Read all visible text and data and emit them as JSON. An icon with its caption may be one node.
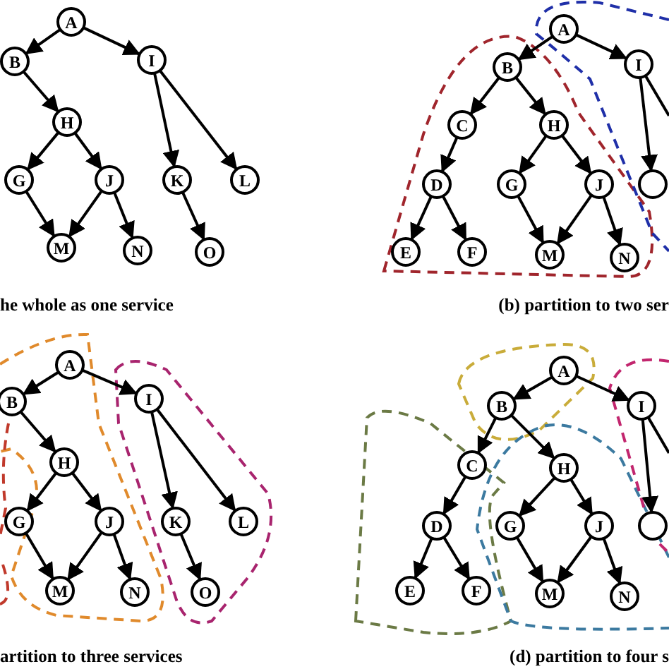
{
  "diagram": {
    "nodes": [
      {
        "text": [
          "A"
        ]
      },
      {
        "text": [
          "B"
        ]
      },
      {
        "text": [
          "I"
        ]
      },
      {
        "text": [
          "H"
        ]
      },
      {
        "text": [
          "G"
        ]
      },
      {
        "text": [
          "J"
        ]
      },
      {
        "text": [
          "K"
        ]
      },
      {
        "text": [
          "L"
        ]
      },
      {
        "text": [
          "M"
        ]
      },
      {
        "text": [
          "N"
        ]
      },
      {
        "text": [
          "O"
        ]
      },
      {
        "text": [
          "A"
        ]
      },
      {
        "text": [
          "B"
        ]
      },
      {
        "text": [
          "I"
        ]
      },
      {
        "text": [
          "C"
        ]
      },
      {
        "text": [
          "H"
        ]
      },
      {
        "text": [
          "D"
        ]
      },
      {
        "text": [
          "G"
        ]
      },
      {
        "text": [
          "J"
        ]
      },
      {
        "text": [],
        "shape": "circle"
      },
      {
        "text": [
          "E"
        ]
      },
      {
        "text": [
          "F"
        ]
      },
      {
        "text": [
          "M"
        ]
      },
      {
        "text": [
          "N"
        ]
      },
      {
        "text": [
          "A"
        ]
      },
      {
        "text": [
          "B"
        ]
      },
      {
        "text": [
          "I"
        ]
      },
      {
        "text": [
          "H"
        ]
      },
      {
        "text": [
          "G"
        ]
      },
      {
        "text": [
          "J"
        ]
      },
      {
        "text": [
          "K"
        ]
      },
      {
        "text": [
          "L"
        ]
      },
      {
        "text": [
          "M"
        ]
      },
      {
        "text": [
          "N"
        ]
      },
      {
        "text": [
          "O"
        ]
      },
      {
        "text": [
          "A"
        ]
      },
      {
        "text": [
          "B"
        ]
      },
      {
        "text": [
          "I"
        ]
      },
      {
        "text": [
          "C"
        ]
      },
      {
        "text": [
          "H"
        ]
      },
      {
        "text": [
          "D"
        ]
      },
      {
        "text": [
          "G"
        ]
      },
      {
        "text": [
          "J"
        ]
      },
      {
        "text": [],
        "shape": "circle"
      },
      {
        "text": [
          "E"
        ]
      },
      {
        "text": [
          "F"
        ]
      },
      {
        "text": [
          "M"
        ]
      },
      {
        "text": [
          "N"
        ]
      }
    ],
    "edges": [
      {
        "from": 0,
        "to": 1,
        "arrow": "to"
      },
      {
        "from": 0,
        "to": 2,
        "arrow": "to"
      },
      {
        "from": 1,
        "to": 3,
        "arrow": "to"
      },
      {
        "from": 2,
        "to": 6,
        "arrow": "to"
      },
      {
        "from": 2,
        "to": 7,
        "arrow": "to"
      },
      {
        "from": 3,
        "to": 4,
        "arrow": "to"
      },
      {
        "from": 3,
        "to": 5,
        "arrow": "to"
      },
      {
        "from": 4,
        "to": 8,
        "arrow": "to"
      },
      {
        "from": 5,
        "to": 8,
        "arrow": "to"
      },
      {
        "from": 5,
        "to": 9,
        "arrow": "to"
      },
      {
        "from": 6,
        "to": 10,
        "arrow": "to"
      },
      {
        "from": 11,
        "to": 12,
        "arrow": "to"
      },
      {
        "from": 11,
        "to": 13,
        "arrow": "to"
      },
      {
        "from": 12,
        "to": 14,
        "arrow": "to"
      },
      {
        "from": 12,
        "to": 15,
        "arrow": "to"
      },
      {
        "from": 13,
        "to": 19,
        "arrow": "to"
      },
      {
        "from": 13,
        "to": null,
        "arrow": "none"
      },
      {
        "from": 14,
        "to": 16,
        "arrow": "to"
      },
      {
        "from": 15,
        "to": 17,
        "arrow": "to"
      },
      {
        "from": 15,
        "to": 18,
        "arrow": "to"
      },
      {
        "from": 16,
        "to": 20,
        "arrow": "to"
      },
      {
        "from": 16,
        "to": 21,
        "arrow": "to"
      },
      {
        "from": 17,
        "to": 22,
        "arrow": "to"
      },
      {
        "from": 18,
        "to": 22,
        "arrow": "to"
      },
      {
        "from": 18,
        "to": 23,
        "arrow": "to"
      },
      {
        "from": 24,
        "to": 25,
        "arrow": "to"
      },
      {
        "from": 24,
        "to": 26,
        "arrow": "to"
      },
      {
        "from": 25,
        "to": 27,
        "arrow": "to"
      },
      {
        "from": 26,
        "to": 30,
        "arrow": "to"
      },
      {
        "from": 26,
        "to": 31,
        "arrow": "to"
      },
      {
        "from": 27,
        "to": 28,
        "arrow": "to"
      },
      {
        "from": 27,
        "to": 29,
        "arrow": "to"
      },
      {
        "from": 28,
        "to": 32,
        "arrow": "to"
      },
      {
        "from": 29,
        "to": 32,
        "arrow": "to"
      },
      {
        "from": 29,
        "to": 33,
        "arrow": "to"
      },
      {
        "from": 30,
        "to": 34,
        "arrow": "to"
      },
      {
        "from": 35,
        "to": 36,
        "arrow": "to"
      },
      {
        "from": 35,
        "to": 37,
        "arrow": "to"
      },
      {
        "from": 36,
        "to": 38,
        "arrow": "to"
      },
      {
        "from": 36,
        "to": 39,
        "arrow": "to"
      },
      {
        "from": 37,
        "to": 43,
        "arrow": "to"
      },
      {
        "from": 37,
        "to": null,
        "arrow": "none"
      },
      {
        "from": 38,
        "to": 40,
        "arrow": "to"
      },
      {
        "from": 39,
        "to": 41,
        "arrow": "to"
      },
      {
        "from": 39,
        "to": 42,
        "arrow": "to"
      },
      {
        "from": 40,
        "to": 44,
        "arrow": "to"
      },
      {
        "from": 40,
        "to": 45,
        "arrow": "to"
      },
      {
        "from": 41,
        "to": 46,
        "arrow": "to"
      },
      {
        "from": 42,
        "to": 46,
        "arrow": "to"
      },
      {
        "from": 42,
        "to": 47,
        "arrow": "to"
      }
    ],
    "labels": [
      "he whole as one service",
      "(b) partition to two ser",
      "artition to three services",
      "(d) partition to four s"
    ]
  }
}
